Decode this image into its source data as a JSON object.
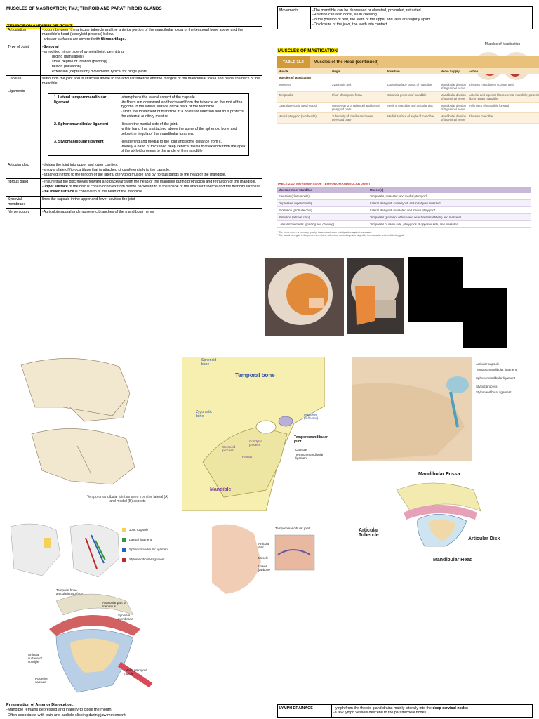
{
  "doc_title": "MUSCLES OF MASTICATION; TMJ; THYROID AND PARATHYROID GLANDS",
  "tmj_heading": "TEMPOROMANDIBULAR JOINT",
  "tmj_rows": {
    "articulation": {
      "label": "Articulation",
      "line1": "-occurs between the articular tubercle and the anterior portion of the mandibular fossa of the temporal bone above and the mandible's head (condyloid process) below.",
      "line2_pre": "-articular surfaces are covered with ",
      "line2_bold": "fibrocartilage."
    },
    "type": {
      "label": "Type of Joint",
      "bold1": "-Synovial",
      "line2": "-a modified hinge type of synovial joint, permitting:",
      "bullets": [
        "gliding (translation)",
        "small degree of rotation (pivoting)",
        "flexion (elevation)",
        "extension (depression) movements typical for hinge joints"
      ]
    },
    "capsule": {
      "label": "Capsule",
      "text": "surrounds the joint and is attached above to the articular tubercle and the margins of the mandibular fossa and below the neck of the mandible"
    },
    "ligaments": {
      "label": "Ligaments",
      "items": [
        {
          "name": "1.  Lateral temporomandibular ligament",
          "desc": "-strengthens the lateral aspect of the capsule.\n-its fibers run downward and backward from the tubercle on the root of the zygoma to the lateral surface of the neck of the Mandible.\n- limits the movement of mandible in a posterior direction and thus protects the external auditory meatus."
        },
        {
          "name": "2.  Sphenomandibular ligament",
          "desc": "-lies on the medial side of the joint.\n-a thin band that is attached above the spine of the sphenoid bone and below the lingula of the mandibular foramen."
        },
        {
          "name": "3.  Stylomandibular ligament",
          "desc": "-lies behind and medial to the joint and some distance from it.\n-merely a band of thickened deep cervical fascia that extends from the apex of the styloid process to the angle of the mandible"
        }
      ]
    },
    "disc": {
      "label": "Articular disc",
      "text": "-divides the joint into upper and lower cavities.\n-an oval plate of fibrocartilage that is attached circumferentially to the capsule.\n-attached in front to the tendon of the lateral pterygoid muscle and by fibrous bands to the head of the mandible."
    },
    "fibrous": {
      "label": "fibrous band",
      "l1": "-ensure that the disc moves forward and backward with the head of the mandible during protraction and retraction of the mandible.",
      "b2": "-upper surface",
      "l2": " of the disc is concavoconvex from before backward to fit the shape of the articular tubercle and the mandibular fossa",
      "b3": "-the lower surface",
      "l3": " is concave to fit the head of the mandible."
    },
    "synovial": {
      "label": "Synovial membrane",
      "text": "lines the capsule in the upper and lower cavities the joint"
    },
    "nerve": {
      "label": "Nerve supply",
      "text": "-Auriculotemporal and masseteric branches of the mandibular nerve"
    }
  },
  "movements": {
    "label": "Movements",
    "text": "-The mandible can be depressed or elevated, protruded, retracted\n-Rotation can also occur, as in chewing.\n-In the position of rest, the teeth of the upper and jaws are slightly apart.\n-On closure of the jaws, the teeth into contact"
  },
  "mom_heading": "MUSCLES OF MASTICATION",
  "mom_fig_title": "Muscles of Mastication",
  "table114": {
    "number": "TABLE 11.4",
    "title": "Muscles of the Head (continued)",
    "columns": [
      "Muscle",
      "Origin",
      "Insertion",
      "Nerve Supply",
      "Action"
    ],
    "section": "Muscles of Mastication",
    "rows": [
      [
        "Masseter",
        "Zygomatic arch",
        "Lateral surface ramus of mandible",
        "Mandibular division of trigeminal nerve",
        "Elevates mandible to occlude teeth"
      ],
      [
        "Temporalis",
        "Floor of temporal fossa",
        "Coronoid process of mandible",
        "Mandibular division of trigeminal nerve",
        "Anterior and superior fibers elevate mandible; posterior fibers retract mandible"
      ],
      [
        "Lateral pterygoid (two heads)",
        "Greater wing of sphenoid and lateral pterygoid plate",
        "Neck of mandible and articular disc",
        "Mandibular division of trigeminal nerve",
        "Pulls neck of mandible forward"
      ],
      [
        "Medial pterygoid (two heads)",
        "Tuberosity of maxilla and lateral pterygoid plate",
        "Medial surface of angle of mandible",
        "Mandibular division of trigeminal nerve",
        "Elevates mandible"
      ]
    ]
  },
  "table210": {
    "caption": "TABLE 2.10.  MOVEMENTS OF TEMPOROMANDIBULAR JOINT",
    "columns": [
      "Movements of Mandible",
      "Muscle(s)"
    ],
    "rows": [
      [
        "Elevation (close mouth)",
        "Temporalis, masseter, and medial pterygoid"
      ],
      [
        "Depression (open mouth)",
        "Lateral pterygoid, suprahyoid, and infrahyoid muscles*"
      ],
      [
        "Protrusion (protrude chin)",
        "Lateral pterygoid, masseter, and medial pterygoid*"
      ],
      [
        "Retrusion (retrude chin)",
        "Temporalis (posterior oblique and near horizontal fibers) and masseter"
      ],
      [
        "Lateral movements (grinding and chewing)",
        "Temporalis of same side, pterygoids of opposite side, and masseter"
      ]
    ],
    "footnotes": [
      "* The prime mover is normally gravity; these muscles are mainly active against resistance.",
      "* The lateral pterygoid is the prime mover here, with minor secondary roles played by the masseter and medial pterygoid."
    ]
  },
  "fig_labels": {
    "f1_caption": "Temporomandibular joint as seen from the lateral (A) and medial (B) aspects",
    "f2": [
      "Sphenoid bone",
      "Temporal bone",
      "Zygomatic bone",
      "Mandible",
      "Coronoid process",
      "Ramus",
      "Condylar process",
      "Temporomandibular joint",
      "Capsule",
      "Temporomandibular ligament",
      "Masseter (reflected)"
    ],
    "f3": [
      "Articular capsule",
      "Temporomandibular ligament",
      "Sphenomandibular ligament",
      "Styloid process",
      "Stylomandibular ligament"
    ],
    "f4": [
      "Mandibular Fossa",
      "Articular Tubercle",
      "Articular Disk",
      "Mandibular Head"
    ],
    "f5": [
      "Joint Capsule",
      "Lateral ligament",
      "Sphenomandibular ligament",
      "Stylomandibular ligament"
    ],
    "f6": [
      "Temporomandibular joint",
      "Articular disc",
      "Muscle",
      "Lower jawbone"
    ],
    "f7": [
      "Temporal bone articulating surface",
      "Avascular part of meniscus",
      "Synovial membrane",
      "Articular surface of condyle",
      "Posterior capsule",
      "Lateral pterygoid muscle"
    ]
  },
  "dislocation": {
    "title": "Presentation of Anterior Dislocation:",
    "line1": "-Mandible remains depressed and inability to close the mouth.",
    "line2": "-Often associated with pain and audible clicking during jaw movement"
  },
  "lymph": {
    "label": "LYMPH DRAINAGE",
    "pre": "-lymph from the thyroid gland drains mainly laterally into the ",
    "bold": "deep cervical nodes",
    "line2": "-a few lymph vessels descend to the paratracheal nodes"
  },
  "colors": {
    "highlight": "#ffeb00",
    "capsule": "#f2d25a",
    "lateral": "#2f9a3a",
    "spheno": "#2c5fb5",
    "stylo": "#c0262c"
  }
}
